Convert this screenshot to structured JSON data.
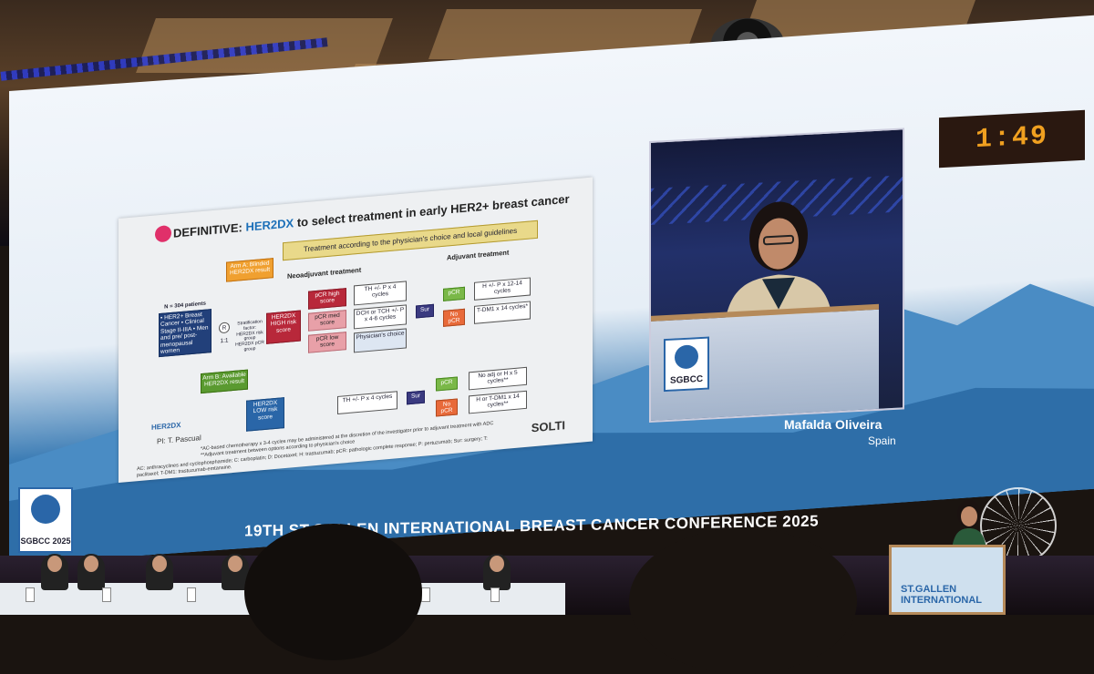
{
  "slide": {
    "title_prefix": "DEFINITIVE: ",
    "title_highlight": "HER2DX",
    "title_suffix": " to select treatment in early HER2+ breast cancer",
    "treatment_guide": "Treatment according to the physician's choice and local guidelines",
    "arm_a": "Arm A: Blinded HER2DX result",
    "arm_b": "Arm B: Available HER2DX result",
    "neoadjuvant_label": "Neoadjuvant treatment",
    "adjuvant_label": "Adjuvant treatment",
    "patients": "N = 304 patients",
    "patient_criteria": "• HER2+ Breast Cancer • Clinical Stage II-IIIA • Men and pre/ post-menopausal women",
    "randomize": "R",
    "ratio": "1:1",
    "stratification": "Stratification factor: HER2DX risk group HER2DX pCR group",
    "high_risk": "HER2DX HIGH risk score",
    "low_risk": "HER2DX LOW risk score",
    "pcr_high": "pCR high score",
    "pcr_med": "pCR med score",
    "pcr_low": "pCR low score",
    "th_p_4": "TH +/- P x 4 cycles",
    "dch_tch": "DCH or TCH +/- P x 4-6 cycles",
    "physicians_choice": "Physician's choice",
    "sur": "Sur",
    "pcr": "pCR",
    "no_pcr": "No pCR",
    "adj_hp": "H +/- P x 12-14 cycles",
    "adj_tdm1": "T-DM1 x 14 cycles*",
    "th_p_4_low": "TH +/- P x 4 cycles",
    "no_adj": "No adj or H x 5 cycles**",
    "adj_h_tdm1": "H or T-DM1 x 14 cycles**",
    "her2dx_logo": "HER2DX",
    "pi": "PI: T. Pascual",
    "footnote1": "*AC-based chemotherapy x 3-4 cycles may be administered at the discretion of the investigator prior to adjuvant treatment with ADC",
    "footnote2": "**Adjuvant treatment between options according to physician's choice",
    "footnote3": "AC: anthracyclines and cyclophosphamide; C: carboplatin; D: Docetaxel; H: trastuzumab; pCR: pathologic complete response; P: pertuzumab; Sur: surgery; T:",
    "footnote4": "paclitaxel; T-DM1: trastuzumab-emtansine.",
    "sponsor": "SOLTI"
  },
  "video": {
    "podium_logo": "SGBCC",
    "speaker_name": "Mafalda Oliveira",
    "speaker_country": "Spain"
  },
  "timer": "1:49",
  "banner": "19TH ST.GALLEN INTERNATIONAL BREAST CANCER CONFERENCE 2025",
  "conference_logo": "SGBCC 2025",
  "right_podium": "ST.GALLEN INTERNATIONAL"
}
